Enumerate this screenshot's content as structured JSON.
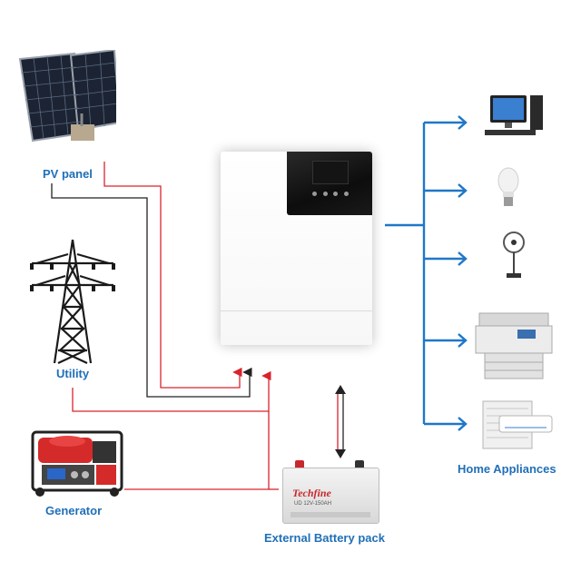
{
  "labels": {
    "pv_panel": "PV panel",
    "utility": "Utility",
    "generator": "Generator",
    "battery": "External Battery pack",
    "home_appliances": "Home Appliances"
  },
  "battery_print": {
    "brand": "Techfine",
    "model": "UD 12V-150AH"
  },
  "icons": {
    "pv": "solar-panel-icon",
    "utility": "power-tower-icon",
    "generator": "generator-icon",
    "inverter": "inverter-icon",
    "battery": "battery-icon",
    "appliances": [
      "computer-icon",
      "light-bulb-icon",
      "fan-icon",
      "printer-icon",
      "air-conditioner-icon"
    ]
  },
  "colors": {
    "label": "#1f6fb8",
    "ac_wire": "#d9232e",
    "dc_wire": "#222222",
    "output_wire": "#1f77c8"
  }
}
